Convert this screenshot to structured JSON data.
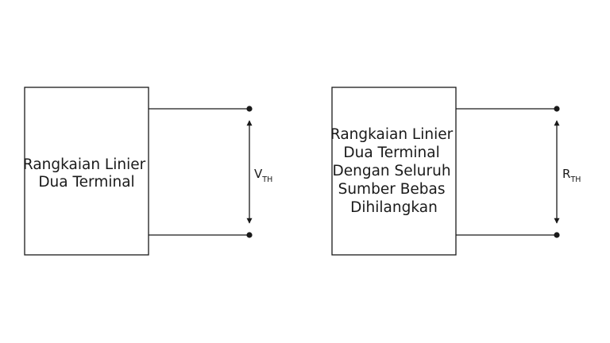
{
  "left_circuit": {
    "box_lines": [
      "Rangkaian Linier",
      "Dua Terminal"
    ],
    "symbol": "V",
    "subscript": "TH"
  },
  "right_circuit": {
    "box_lines": [
      "Rangkaian Linier",
      "Dua Terminal",
      "Dengan Seluruh",
      "Sumber Bebas",
      "Dihilangkan"
    ],
    "symbol": "R",
    "subscript": "TH"
  }
}
